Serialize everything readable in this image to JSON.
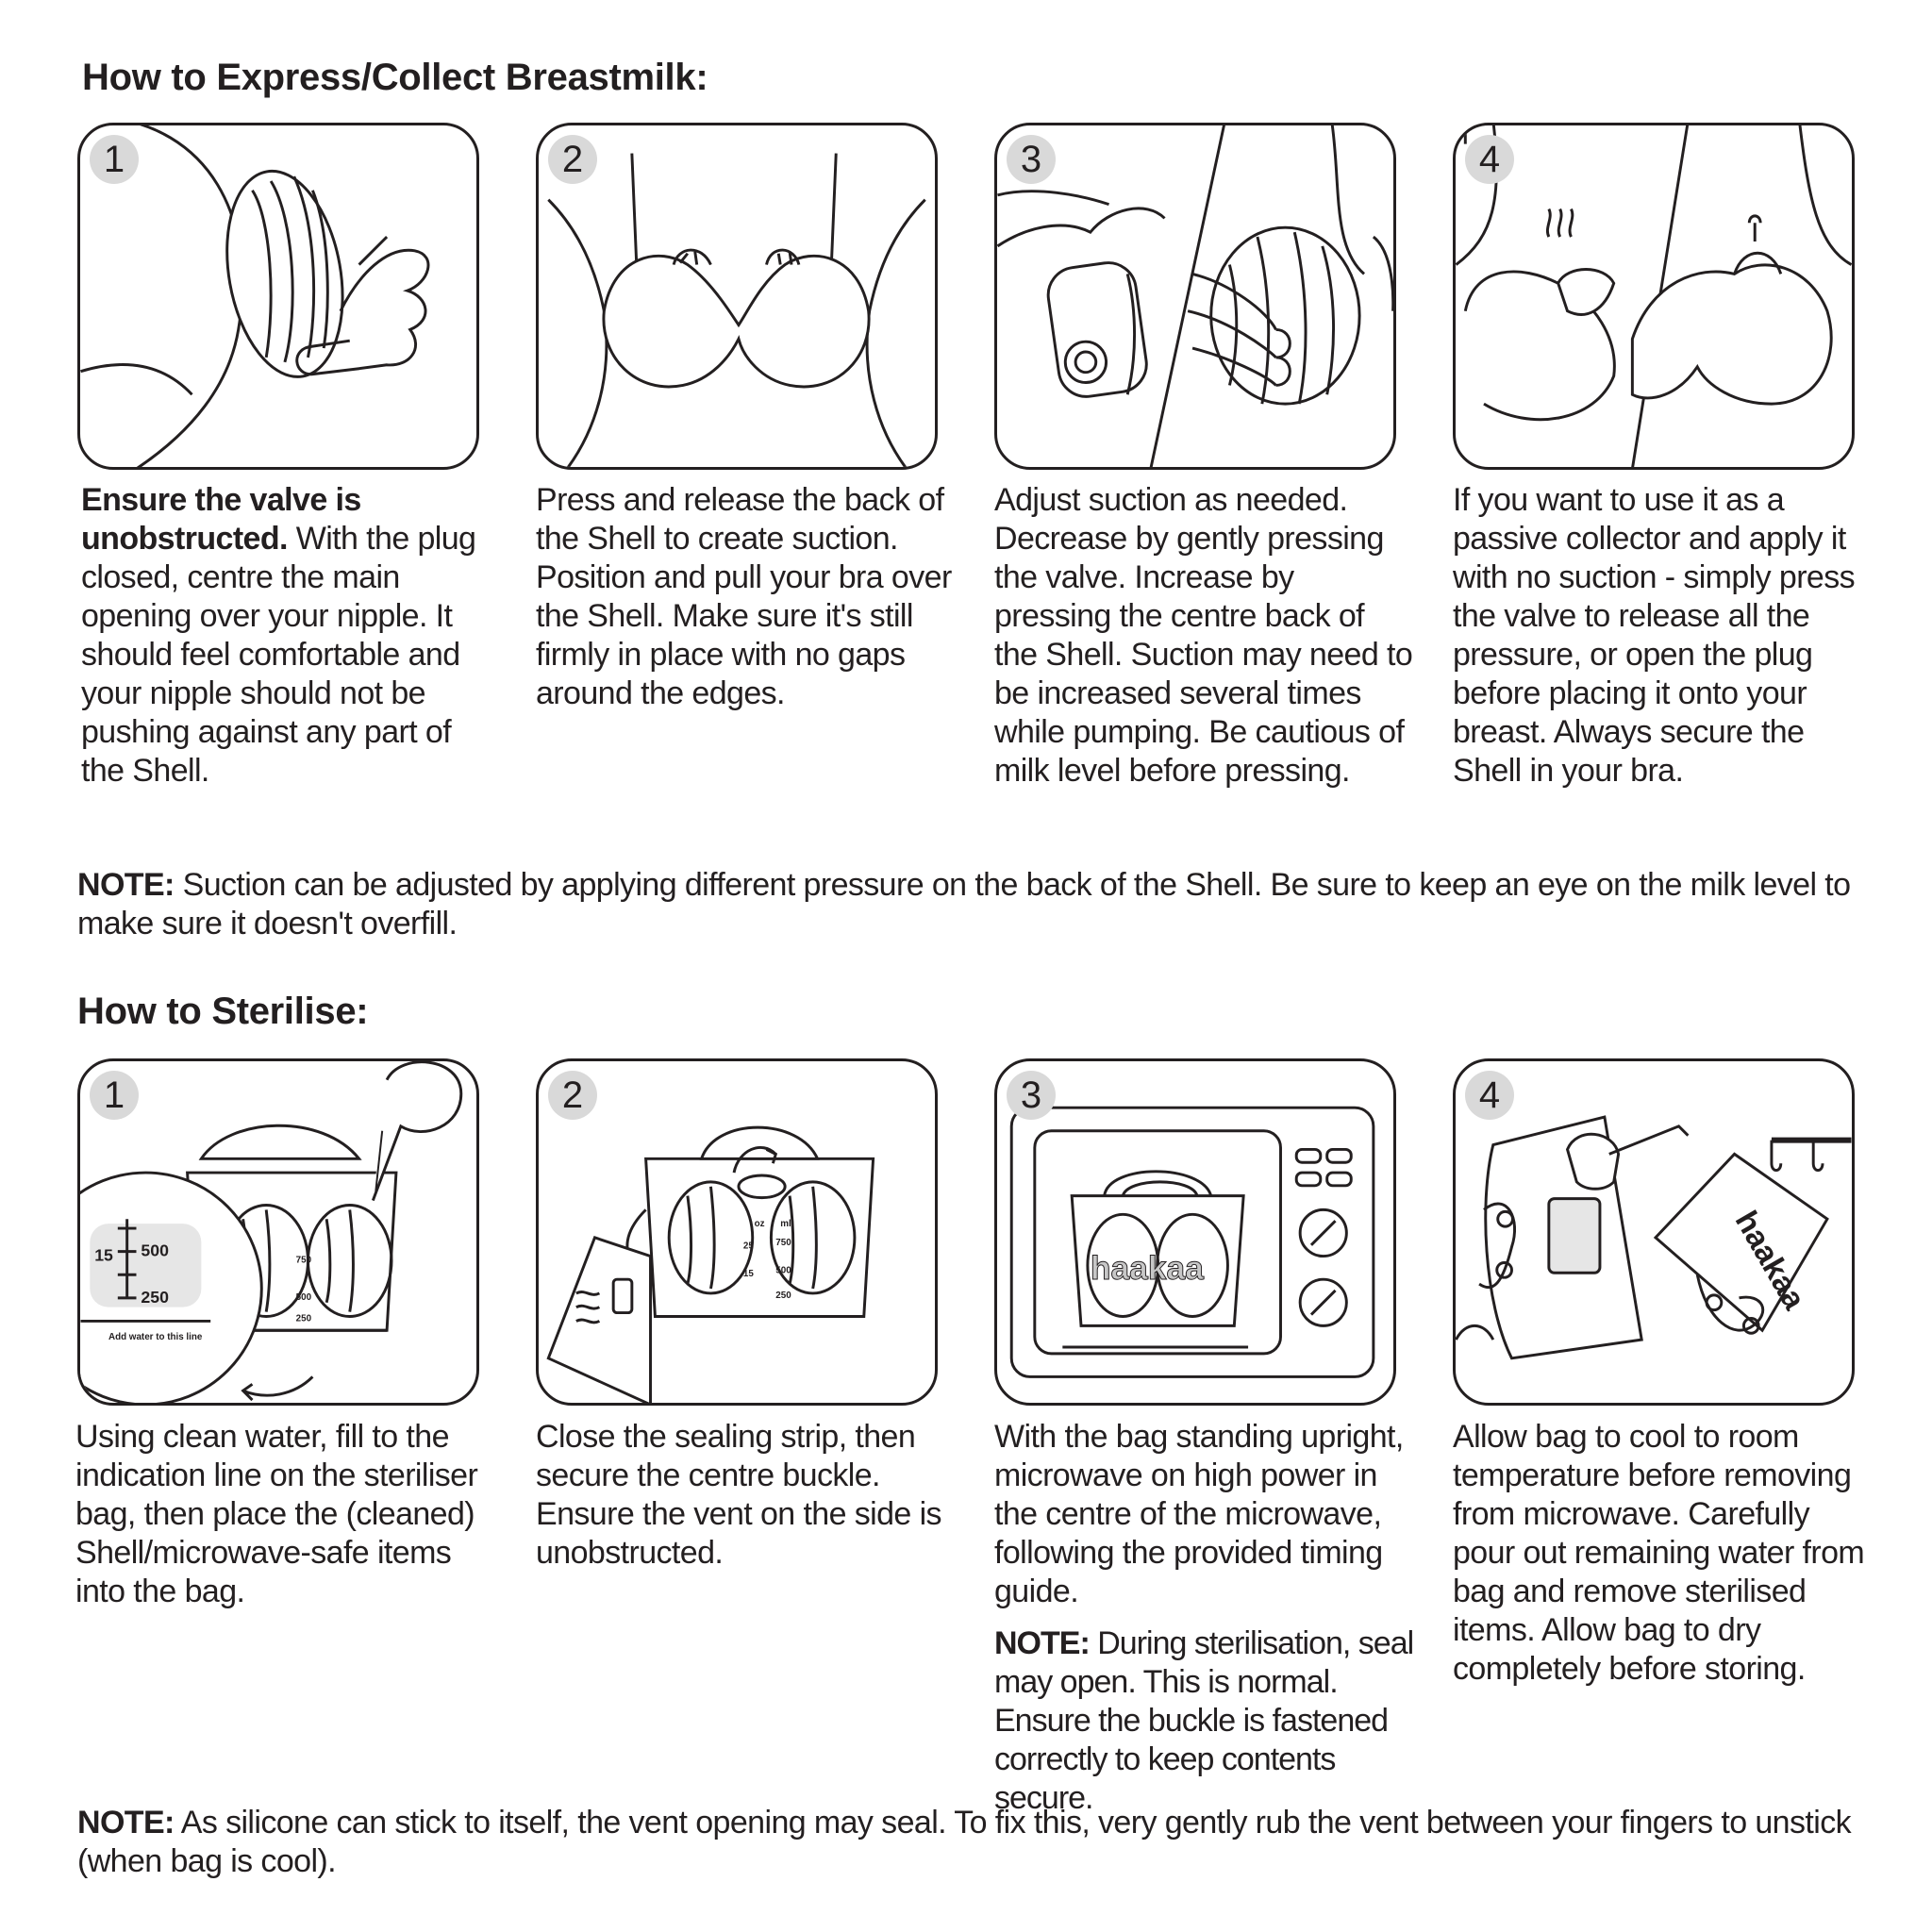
{
  "express": {
    "heading": "How to Express/Collect Breastmilk:",
    "steps": [
      {
        "number": "1",
        "bold": "Ensure the valve is unobstructed.",
        "text": " With the plug closed, centre the main opening over your nipple. It should feel comfortable and your nipple should not be pushing against any part of the Shell."
      },
      {
        "number": "2",
        "bold": "",
        "text": "Press and release the back of the Shell to create suction. Position and pull your bra over the Shell. Make sure it's still firmly in place with no gaps around the edges."
      },
      {
        "number": "3",
        "bold": "",
        "text": "Adjust suction as needed. Decrease by gently pressing the valve. Increase by pressing the centre back of the Shell. Suction may need to be increased several times while pumping. Be cautious of milk level before pressing."
      },
      {
        "number": "4",
        "bold": "",
        "text": "If you want to use it as a passive collector and apply it with no suction - simply press the valve to release all the pressure, or open the plug before placing it onto your breast. Always secure the Shell in your bra."
      }
    ],
    "note_label": "NOTE:",
    "note_text": " Suction can be adjusted by applying different pressure on the back of the Shell. Be sure to keep an eye on the milk level to make sure it doesn't overfill."
  },
  "sterilise": {
    "heading": "How to Sterilise:",
    "steps": [
      {
        "number": "1",
        "text": "Using clean water, fill to the indication line on the steriliser bag, then place the (cleaned) Shell/microwave-safe items into the bag."
      },
      {
        "number": "2",
        "text": "Close the sealing strip, then secure the centre buckle. Ensure the vent on the side is unobstructed."
      },
      {
        "number": "3",
        "text": "With the bag standing upright, microwave on high power in the centre of the microwave, following the provided timing guide.",
        "note_label": "NOTE:",
        "note_text": " During sterilisation, seal may open. This is normal. Ensure the buckle is fastened correctly to keep contents secure."
      },
      {
        "number": "4",
        "text": "Allow bag to cool to room temperature before removing from microwave. Carefully pour out remaining water from bag and remove sterilised items. Allow bag to dry completely before storing."
      }
    ],
    "note_label": "NOTE:",
    "note_text": " As silicone can stick to itself, the vent opening may seal. To fix this, very gently rub the vent between your fingers to unstick (when bag is cool)."
  },
  "illustration_labels": {
    "oz": "oz",
    "ml": "ml",
    "m750": "750",
    "m500": "500",
    "m250": "250",
    "o25": "25",
    "o15": "15",
    "fill_line": "Add water to this line",
    "brand": "haakaa"
  }
}
